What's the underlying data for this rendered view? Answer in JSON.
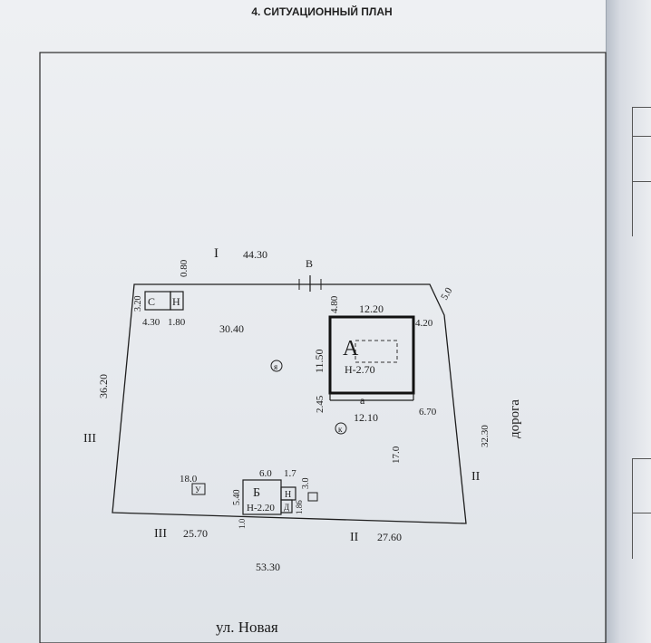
{
  "heading": "4. СИТУАЦИОННЫЙ ПЛАН",
  "street": "ул. Новая",
  "road": "дорога",
  "boundaries": {
    "north": {
      "roman": "I",
      "length": "44.30"
    },
    "north_offset": "0.80",
    "gate_letter": "В",
    "northeast": "5.0",
    "east": {
      "roman": "II",
      "length": "32.30"
    },
    "west": {
      "roman": "III",
      "length": "36.20"
    },
    "south_left": {
      "roman": "III",
      "length": "25.70"
    },
    "south_right": {
      "roman": "II",
      "length": "27.60"
    },
    "south_total": "53.30"
  },
  "buildings": {
    "A": {
      "letter": "А",
      "height": "Н-2.70",
      "width_top": "12.20",
      "depth_left": "11.50",
      "offset_top": "4.80",
      "offset_right": "4.20",
      "annex_letter": "а",
      "annex_offset": "2.45",
      "annex_width": "12.10",
      "annex_right": "6.70"
    },
    "B": {
      "letter": "Б",
      "height": "Н-2.20",
      "width": "6.0",
      "depth": "5.40",
      "annex_n_width": "1.7",
      "annex_d_size": "1.86",
      "annex_d_label": "Д",
      "annex_n_label": "Н",
      "right_dim": "3.0",
      "offset_bottom": "1.0"
    },
    "C": {
      "letter": "С",
      "annex": "Н",
      "depth": "3.20",
      "width_c": "4.30",
      "width_n": "1.80"
    }
  },
  "distances": {
    "top_span": "30.40",
    "mid_right": "17.0",
    "left_y": "18.0"
  },
  "markers": {
    "well": "к",
    "latrine": "У",
    "tree": "я"
  }
}
